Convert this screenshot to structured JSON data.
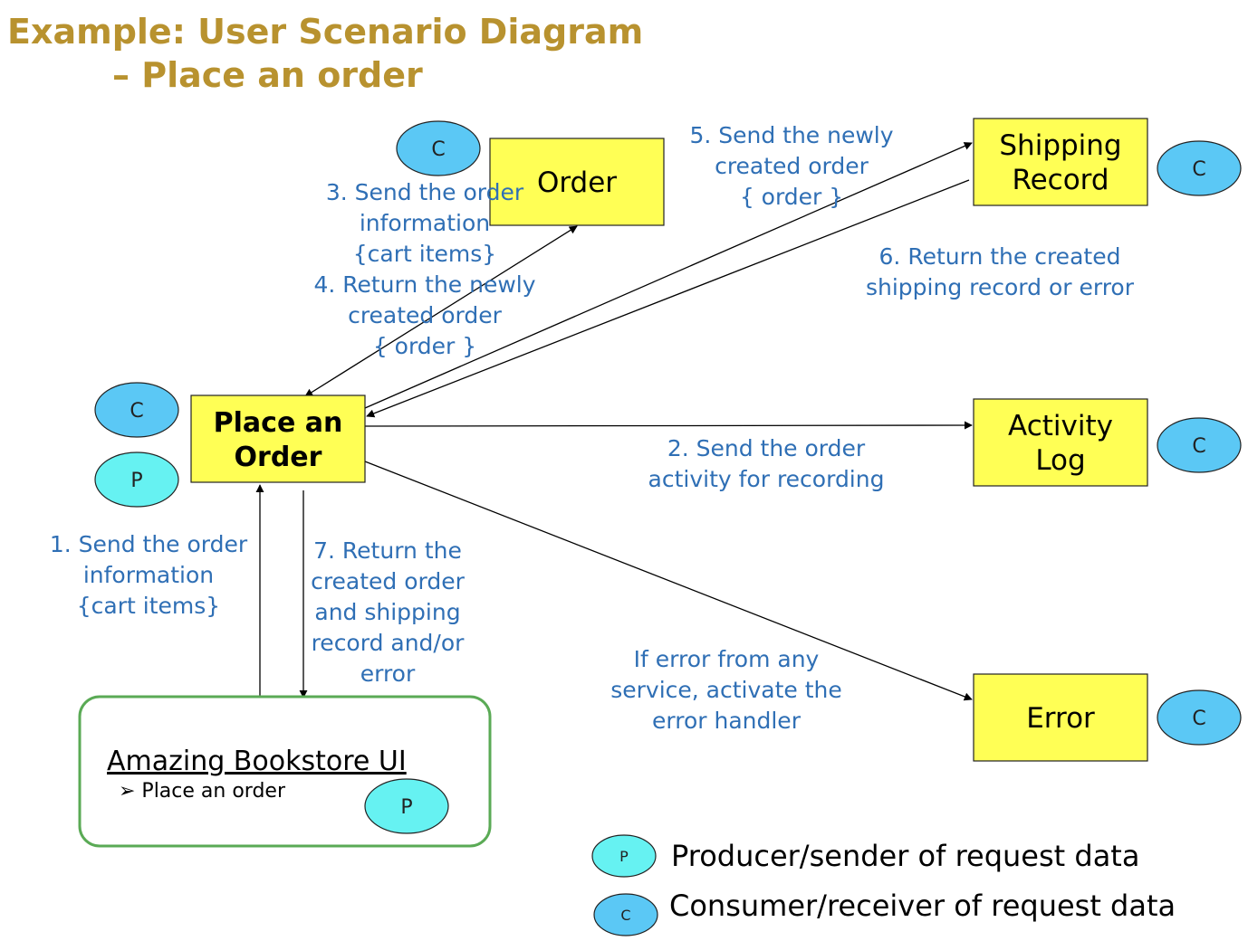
{
  "title": {
    "line1": "Example: User Scenario Diagram",
    "line2": "– Place an order"
  },
  "colors": {
    "title": "#b8922f",
    "box_fill": "#ffff55",
    "consumer_fill": "#5bc8f5",
    "producer_fill": "#66f2f2",
    "label_text": "#2f6fb5",
    "ui_border": "#5aaa55"
  },
  "boxes": {
    "order": {
      "label": [
        "Order"
      ]
    },
    "shipping_record": {
      "label": [
        "Shipping",
        "Record"
      ]
    },
    "place_order": {
      "label": [
        "Place an",
        "Order"
      ]
    },
    "activity_log": {
      "label": [
        "Activity",
        "Log"
      ]
    },
    "error": {
      "label": [
        "Error"
      ]
    }
  },
  "ui_panel": {
    "title": "Amazing Bookstore UI",
    "item": "➢ Place an order"
  },
  "badges": {
    "consumer": "C",
    "producer": "P"
  },
  "flows": {
    "step1": [
      "1. Send the order",
      "information",
      "{cart items}"
    ],
    "step2": [
      "2. Send the order",
      "activity for recording"
    ],
    "step3": [
      "3. Send the order",
      "information",
      "{cart items}"
    ],
    "step4": [
      "4. Return the newly",
      "created order",
      "{ order }"
    ],
    "step5": [
      "5. Send the newly",
      "created order",
      "{ order }"
    ],
    "step6": [
      "6. Return the created",
      "shipping record or error"
    ],
    "step7": [
      "7. Return the",
      "created order",
      "and shipping",
      "record and/or",
      "error"
    ],
    "error_note": [
      "If error from any",
      "service, activate the",
      "error handler"
    ]
  },
  "legend": {
    "producer_label": "Producer/sender of request data",
    "consumer_label": "Consumer/receiver of request data"
  }
}
